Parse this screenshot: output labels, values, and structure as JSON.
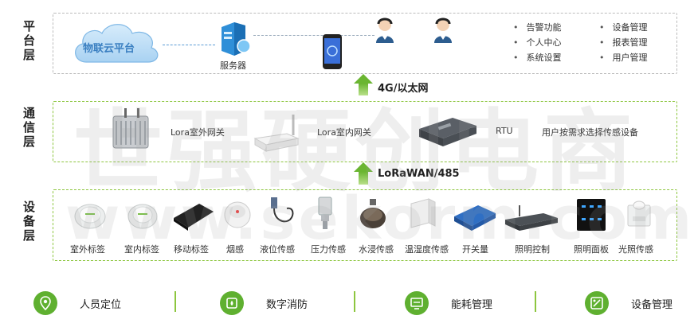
{
  "layers": {
    "platform": "平台层",
    "network": "通信层",
    "device": "设备层"
  },
  "platform": {
    "cloud_label": "物联云平台",
    "server_label": "服务器",
    "functions_col1": [
      "告警功能",
      "个人中心",
      "系统设置"
    ],
    "functions_col2": [
      "设备管理",
      "报表管理",
      "用户管理"
    ]
  },
  "arrows": {
    "upper": "4G/以太网",
    "lower": "LoRaWAN/485"
  },
  "network": {
    "outdoor_gateway": "Lora室外网关",
    "indoor_gateway": "Lora室内网关",
    "rtu": "RTU",
    "note": "用户按需求选择传感设备"
  },
  "devices": [
    "室外标签",
    "室内标签",
    "移动标签",
    "烟感",
    "液位传感",
    "压力传感",
    "水浸传感",
    "温湿度传感",
    "开关量",
    "照明控制",
    "照明面板",
    "光照传感"
  ],
  "applications": [
    "人员定位",
    "数字消防",
    "能耗管理",
    "设备管理"
  ],
  "watermark": {
    "cn": "世强硬创电商",
    "en": "www.sekorm.com"
  },
  "colors": {
    "accent_green": "#6ab531",
    "border_green": "#8dc63f",
    "cloud_blue": "#5b9bd5"
  }
}
